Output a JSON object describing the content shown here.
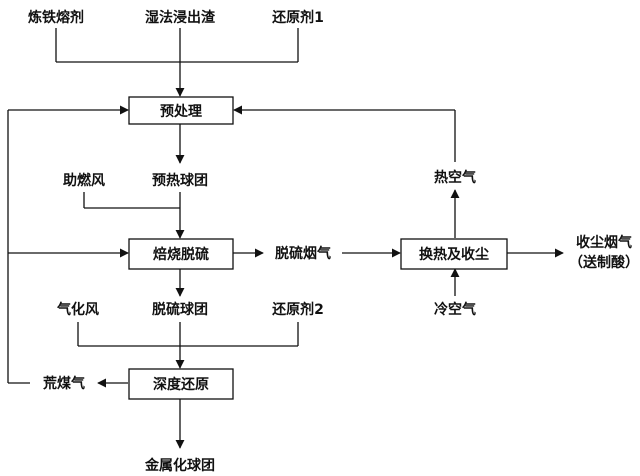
{
  "inputs": {
    "ironmaking_agent": "炼铁熔剂",
    "leach_residue": "湿法浸出渣",
    "reductant_1": "还原剂1"
  },
  "boxes": {
    "pretreatment": "预处理",
    "roast_desulfurize": "焙烧脱硫",
    "deep_reduction": "深度还原",
    "heat_exchange": "换热及收尘"
  },
  "streams": {
    "preheated_pellets": "预热球团",
    "combustion_air": "助燃风",
    "desulfurized_flue_gas": "脱硫烟气",
    "desulfurized_pellets": "脱硫球团",
    "gasification_air": "气化风",
    "reductant_2": "还原剂2",
    "crude_coal_gas": "荒煤气",
    "metallized_pellets": "金属化球团",
    "hot_air": "热空气",
    "cold_air": "冷空气",
    "dust_flue_gas_line1": "收尘烟气",
    "dust_flue_gas_line2": "（送制酸）"
  }
}
